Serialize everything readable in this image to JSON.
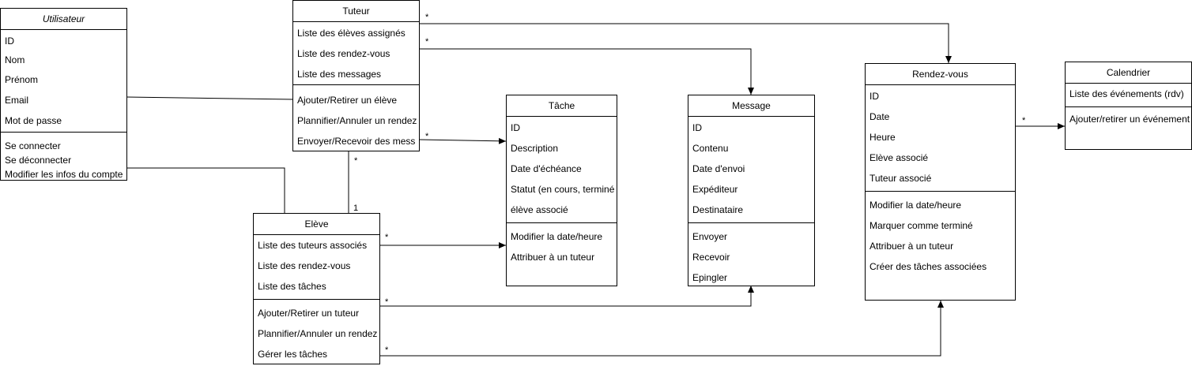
{
  "classes": {
    "utilisateur": {
      "name": "Utilisateur",
      "attributes": [
        "ID",
        "Nom",
        "Prénom",
        "Email",
        "Mot de passe"
      ],
      "methods": [
        "Se connecter",
        "Se déconnecter",
        "Modifier les infos du compte"
      ]
    },
    "tuteur": {
      "name": "Tuteur",
      "attributes": [
        "Liste des élèves assignés",
        "Liste des rendez-vous",
        "Liste des messages"
      ],
      "methods": [
        "Ajouter/Retirer un élève",
        "Plannifier/Annuler un rendez",
        "Envoyer/Recevoir des mess"
      ]
    },
    "eleve": {
      "name": "Elève",
      "attributes": [
        "Liste des tuteurs associés",
        "Liste des rendez-vous",
        "Liste des tâches"
      ],
      "methods": [
        "Ajouter/Retirer un tuteur",
        "Plannifier/Annuler un rendez",
        "Gérer les tâches"
      ]
    },
    "tache": {
      "name": "Tâche",
      "attributes": [
        "ID",
        "Description",
        "Date d'échéance",
        "Statut (en cours, terminé",
        "élève associé"
      ],
      "methods": [
        "Modifier la date/heure",
        "Attribuer à un tuteur"
      ]
    },
    "message": {
      "name": "Message",
      "attributes": [
        "ID",
        "Contenu",
        "Date d'envoi",
        "Expéditeur",
        "Destinataire"
      ],
      "methods": [
        "Envoyer",
        "Recevoir",
        "Epingler"
      ]
    },
    "rendezvous": {
      "name": "Rendez-vous",
      "attributes": [
        "ID",
        "Date",
        "Heure",
        "Elève associé",
        "Tuteur associé"
      ],
      "methods": [
        "Modifier la date/heure",
        "Marquer comme terminé",
        "Attribuer à un tuteur",
        "Créer des tâches associées"
      ]
    },
    "calendrier": {
      "name": "Calendrier",
      "attributes": [
        "Liste des événements (rdv)"
      ],
      "methods": [
        "Ajouter/retirer un événement"
      ]
    }
  },
  "multiplicities": {
    "tuteur_rdv": "*",
    "tuteur_message": "*",
    "tuteur_tache": "*",
    "tuteur_eleve_top": "*",
    "tuteur_eleve_bottom": "1",
    "eleve_tache": "*",
    "eleve_message": "*",
    "eleve_rdv": "*",
    "rdv_calendrier": "*"
  }
}
